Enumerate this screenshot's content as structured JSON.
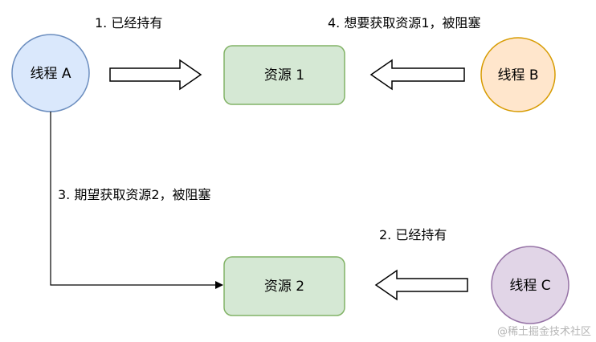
{
  "nodes": {
    "thread_a": "线程 A",
    "thread_b": "线程 B",
    "thread_c": "线程 C",
    "resource_1": "资源 1",
    "resource_2": "资源 2"
  },
  "labels": {
    "a_holds_r1": "1. 已经持有",
    "c_holds_r2": "2. 已经持有",
    "a_wants_r2": "3. 期望获取资源2，被阻塞",
    "b_wants_r1": "4. 想要获取资源1，被阻塞"
  },
  "colors": {
    "thread_a_fill": "#dae8fc",
    "thread_a_stroke": "#6c8ebf",
    "thread_b_fill": "#ffe6cc",
    "thread_b_stroke": "#d79b00",
    "thread_c_fill": "#e1d5e7",
    "thread_c_stroke": "#9673a6",
    "resource_fill": "#d5e8d4",
    "resource_stroke": "#82b366"
  },
  "watermark": "@稀土掘金技术社区"
}
